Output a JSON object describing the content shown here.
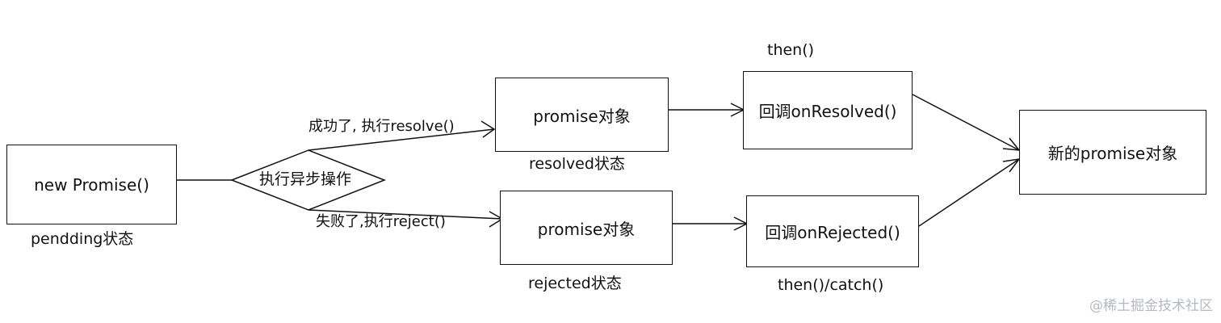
{
  "nodes": {
    "start": "new Promise()",
    "decision": "执行异步操作",
    "resolved_obj": "promise对象",
    "rejected_obj": "promise对象",
    "on_resolved": "回调onResolved()",
    "on_rejected": "回调onRejected()",
    "new_promise": "新的promise对象"
  },
  "labels": {
    "pending_state": "pendding状态",
    "resolved_state": "resolved状态",
    "rejected_state": "rejected状态",
    "then_top": "then()",
    "then_catch": "then()/catch()",
    "success_edge": "成功了, 执行resolve()",
    "fail_edge": "失败了,执行reject()"
  },
  "watermark": "@稀土掘金技术社区",
  "colors": {
    "line": "#111111",
    "watermark": "#b4b9c1"
  }
}
